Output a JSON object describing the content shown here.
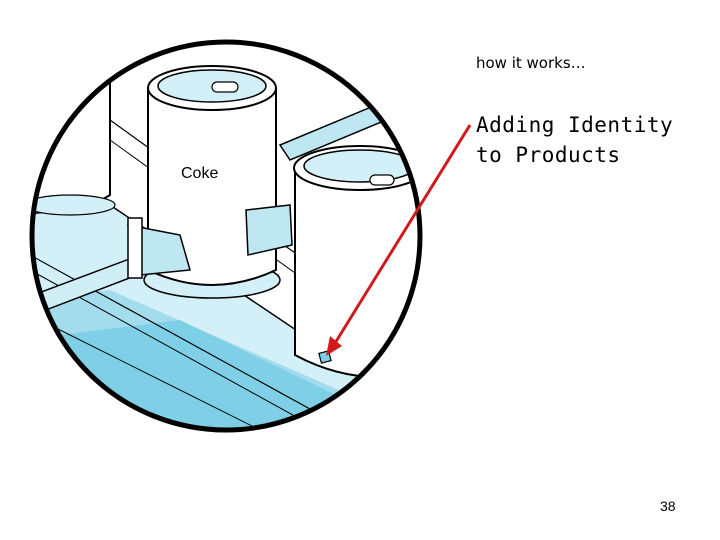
{
  "slide": {
    "subtitle": "how it works…",
    "heading_line1": "Adding Identity",
    "heading_line2": "to Products",
    "page_number": "38"
  },
  "illustration": {
    "can_label": "Coke",
    "colors": {
      "water_light": "#cfeef6",
      "water_mid": "#9fdbea",
      "water_deep": "#6cc6de",
      "arrow": "#d11b1b",
      "outline": "#000000",
      "can_body": "#ffffff",
      "tag": "#7fd0e6"
    }
  }
}
